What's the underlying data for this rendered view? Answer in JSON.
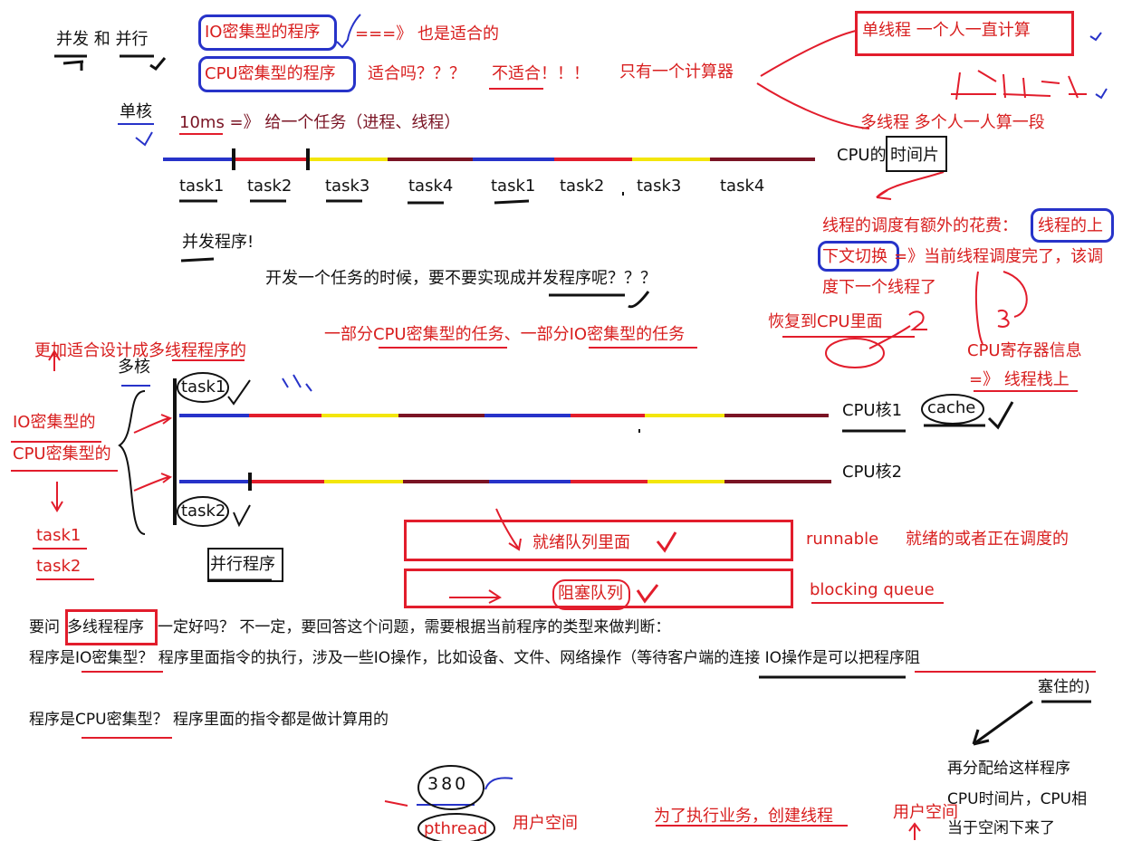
{
  "colors": {
    "red": "#e21d2c",
    "blue": "#2733c9",
    "yellow": "#f3e60b",
    "dark_red": "#7a1424",
    "black": "#111111"
  },
  "top": {
    "concurrent_parallel": "并发 和 并行",
    "io_bound_program": "IO密集型的程序",
    "io_suitable": "===》  也是适合的",
    "cpu_bound_program": "CPU密集型的程序",
    "cpu_suitable_q": "适合吗？？？",
    "not_suitable": "不适合！！！",
    "one_calculator": "只有一个计算器",
    "single_thread": "单线程  一个人一直计算",
    "multi_thread": "多线程   多个人一人算一段",
    "single_core": "单核",
    "timeslice_desc": "10ms  =》 给一个任务（进程、线程）",
    "cpu_timeslice_prefix": "CPU的",
    "cpu_timeslice_box": "时间片",
    "concurrent_program": "并发程序!",
    "develop_question": "开发一个任务的时候，要不要实现成并发程序呢？？？"
  },
  "timeline_tasks": [
    "task1",
    "task2",
    "task3",
    "task4",
    "task1",
    "task2",
    "task3",
    "task4"
  ],
  "scheduling": {
    "line1_prefix": "线程的调度有额外的花费：",
    "line1_box": "线程的上",
    "line2_box": "下文切换",
    "line2_rest": "=》当前线程调度完了，该调",
    "line3": "度下一个线程了",
    "restore_cpu": "恢复到CPU里面",
    "cpu_registers": "CPU寄存器信息",
    "thread_stack": "=》 线程栈上"
  },
  "multicore": {
    "mixed_tasks": "一部分CPU密集型的任务、一部分IO密集型的任务",
    "better_multi": "更加适合设计成多线程程序的",
    "multi_core": "多核",
    "io_bound": "IO密集型的",
    "cpu_bound": "CPU密集型的",
    "task1": "task1",
    "task2": "task2",
    "left_task1": "task1",
    "left_task2": "task2",
    "core1": "CPU核1",
    "core2": "CPU核2",
    "cache": "cache",
    "parallel_program": "并行程序"
  },
  "queues": {
    "ready_queue": "就绪队列里面",
    "blocked_queue": "阻塞队列",
    "runnable": "runnable",
    "runnable_desc": "就绪的或者正在调度的",
    "blocking_queue": "blocking queue"
  },
  "bottom": {
    "q_prefix": "要问",
    "q_box": "多线程程序",
    "q_rest": "一定好吗？ 不一定，要回答这个问题，需要根据当前程序的类型来做判断：",
    "io_line": "程序是IO密集型？    程序里面指令的执行，涉及一些IO操作，比如设备、文件、网络操作（等待客户端的连接 IO操作是可以把程序阻",
    "io_line2": "塞住的)",
    "cpu_line": "程序是CPU密集型？   程序里面的指令都是做计算用的",
    "reassign1": "再分配给这样程序",
    "reassign2": "CPU时间片，CPU相",
    "reassign3": "当于空闲下来了",
    "num_380": "380",
    "pthread": "pthread",
    "user_space1": "用户空间",
    "create_thread": "为了执行业务，创建线程",
    "user_space2": "用户空间"
  }
}
